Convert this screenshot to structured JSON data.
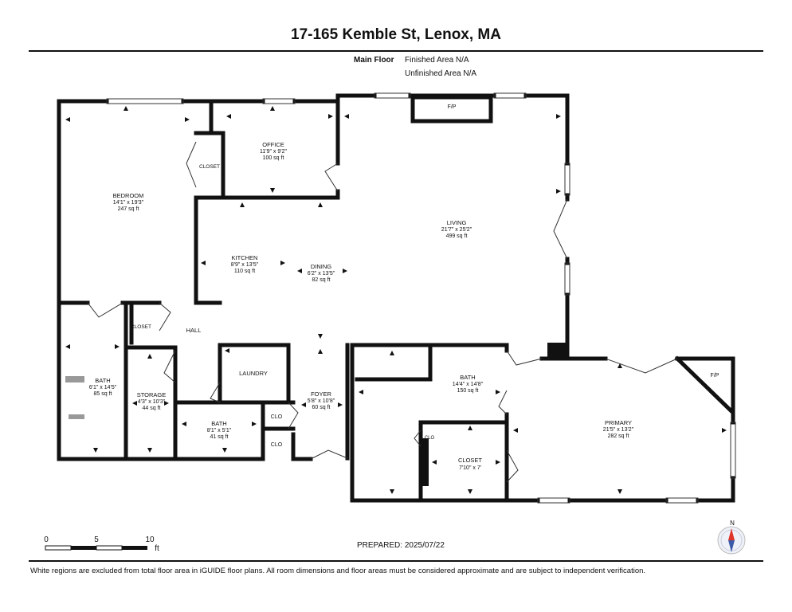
{
  "title": "17-165 Kemble St, Lenox, MA",
  "floor": {
    "name": "Main Floor",
    "finished": "Finished Area N/A",
    "unfinished": "Unfinished Area N/A"
  },
  "rooms": {
    "bedroom": {
      "name": "BEDROOM",
      "dims": "14'1\" x 19'3\"",
      "area": "247 sq ft"
    },
    "office": {
      "name": "OFFICE",
      "dims": "11'9\" x 9'2\"",
      "area": "100 sq ft"
    },
    "closet1": {
      "name": "CLOSET"
    },
    "living": {
      "name": "LIVING",
      "dims": "21'7\" x 25'2\"",
      "area": "499 sq ft"
    },
    "fp1": {
      "name": "F/P"
    },
    "kitchen": {
      "name": "KITCHEN",
      "dims": "8'9\" x 13'5\"",
      "area": "110 sq ft"
    },
    "dining": {
      "name": "DINING",
      "dims": "6'2\" x 13'5\"",
      "area": "82 sq ft"
    },
    "closet2": {
      "name": "CLOSET"
    },
    "hall": {
      "name": "HALL"
    },
    "laundry": {
      "name": "LAUNDRY"
    },
    "bath1": {
      "name": "BATH",
      "dims": "6'1\" x 14'5\"",
      "area": "85 sq ft"
    },
    "storage": {
      "name": "STORAGE",
      "dims": "4'3\" x 10'3\"",
      "area": "44 sq ft"
    },
    "bath2": {
      "name": "BATH",
      "dims": "8'1\" x 5'1\"",
      "area": "41 sq ft"
    },
    "clo1": {
      "name": "CLO"
    },
    "clo2": {
      "name": "CLO"
    },
    "foyer": {
      "name": "FOYER",
      "dims": "5'8\" x 10'8\"",
      "area": "60 sq ft"
    },
    "bath3": {
      "name": "BATH",
      "dims": "14'4\" x 14'8\"",
      "area": "150 sq ft"
    },
    "clo3": {
      "name": "CLO"
    },
    "closet3": {
      "name": "CLOSET",
      "dims": "7'10\" x 7'"
    },
    "primary": {
      "name": "PRIMARY",
      "dims": "21'5\" x 13'2\"",
      "area": "282 sq ft"
    },
    "fp2": {
      "name": "F/P"
    }
  },
  "scale": {
    "labels": [
      "0",
      "5",
      "10"
    ],
    "unit": "ft"
  },
  "compass": {
    "label": "N"
  },
  "prepared": "PREPARED: 2025/07/22",
  "footer": "White regions are excluded from total floor area in iGUIDE floor plans. All room dimensions and floor areas must be considered approximate and are subject to independent verification."
}
